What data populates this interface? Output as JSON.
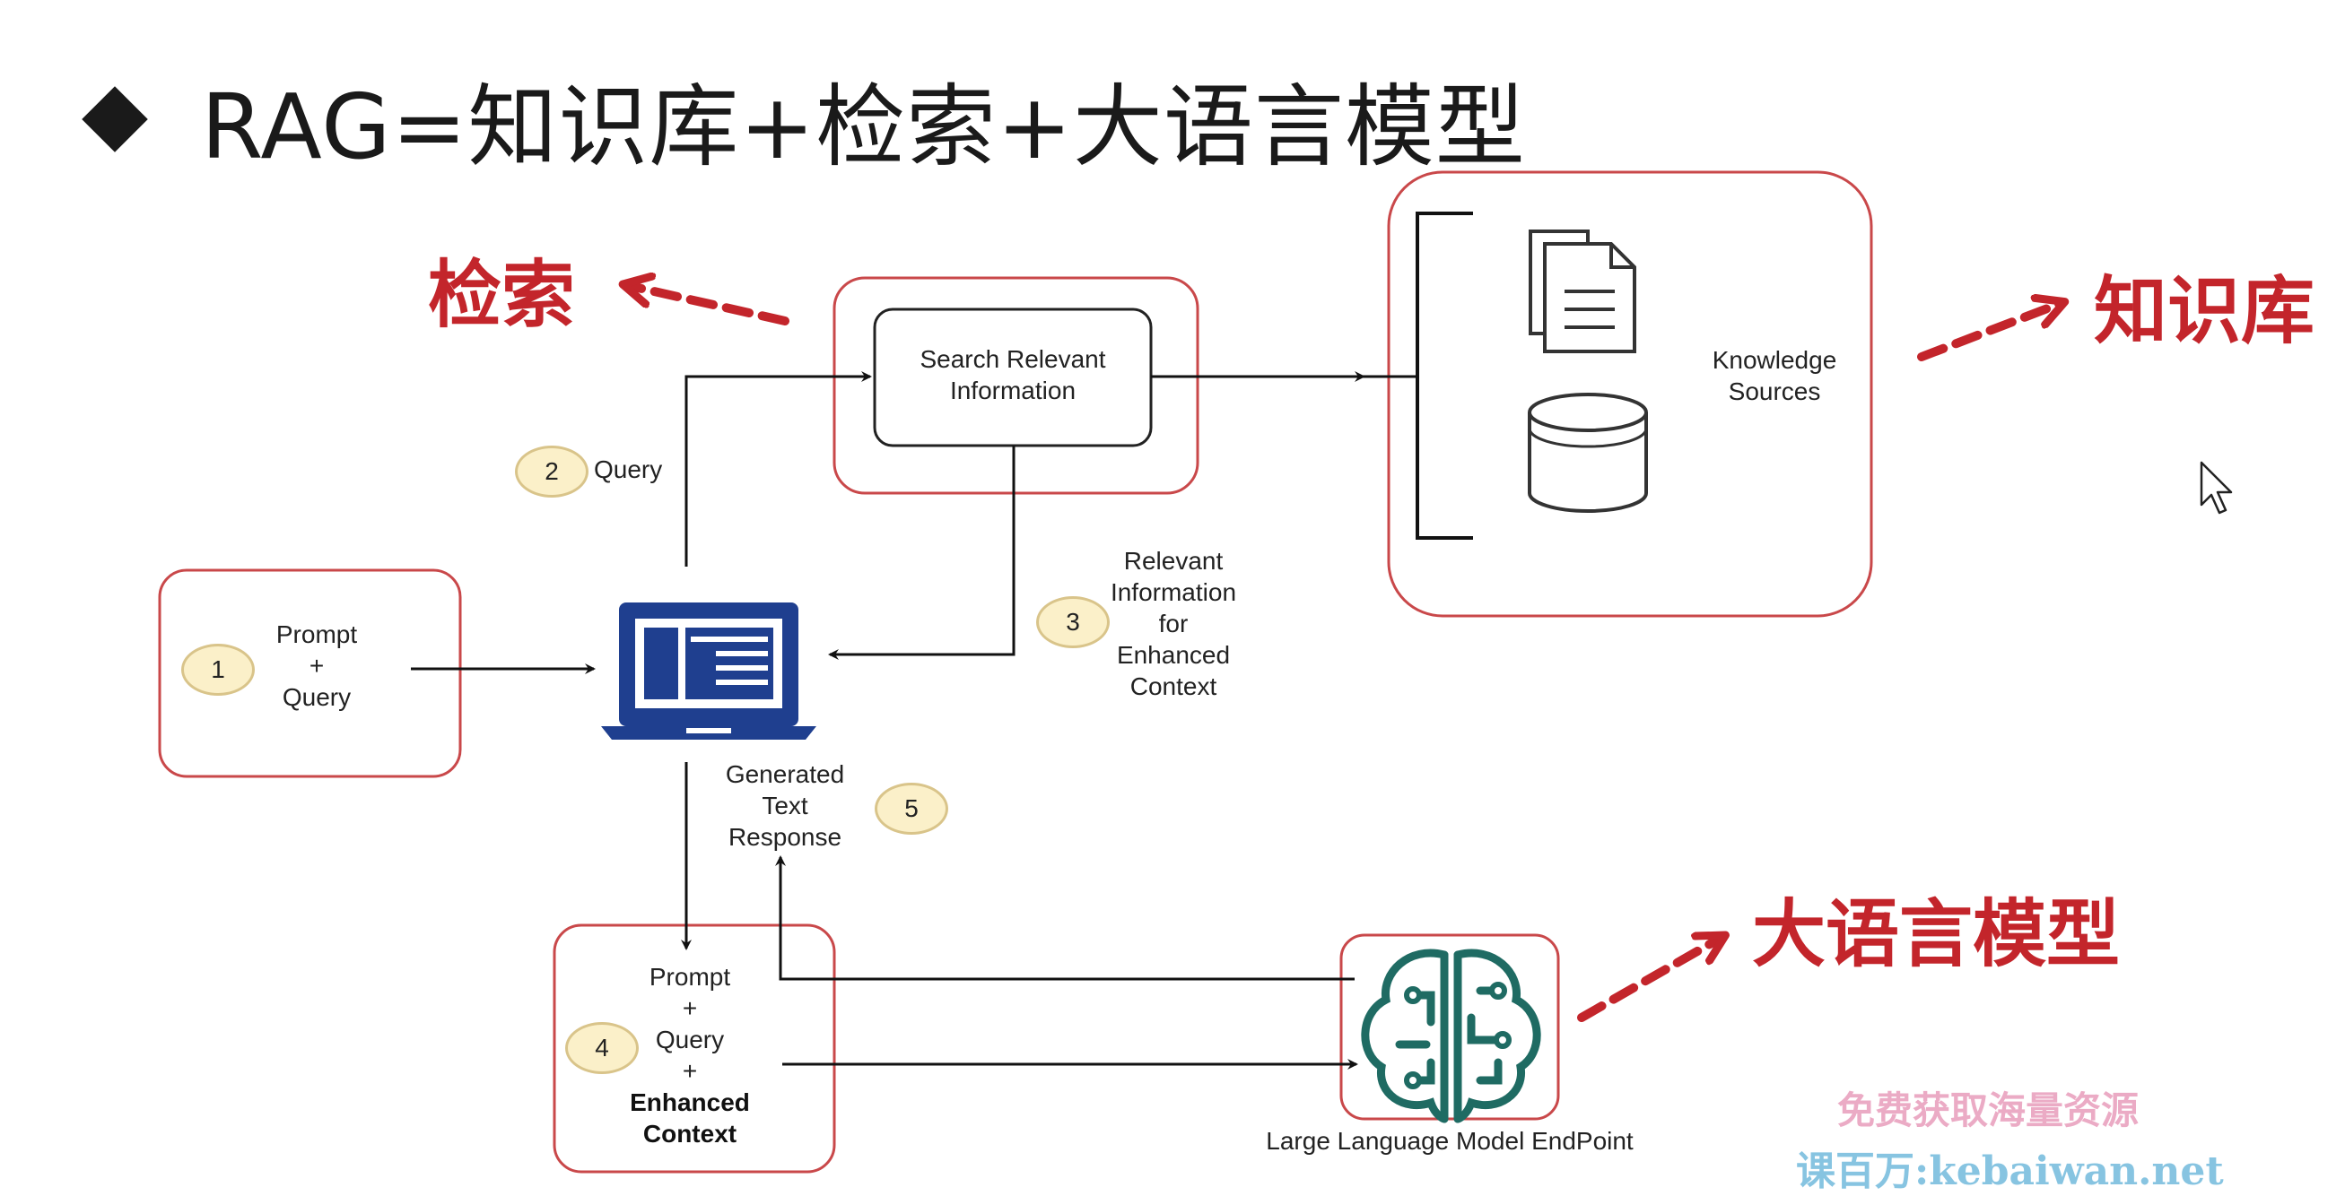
{
  "title": "RAG=知识库+检索+大语言模型",
  "annotations": {
    "retrieval": "检索",
    "knowledge_base": "知识库",
    "llm": "大语言模型"
  },
  "nodes": {
    "search": {
      "line1": "Search Relevant",
      "line2": "Information"
    },
    "knowledge": {
      "line1": "Knowledge",
      "line2": "Sources"
    },
    "prompt_query": {
      "line1": "Prompt",
      "line2": "+",
      "line3": "Query"
    },
    "enhanced": {
      "line1": "Prompt",
      "line2": "+",
      "line3": "Query",
      "line4": "+",
      "line5": "Enhanced",
      "line6": "Context"
    },
    "llm_endpoint": "Large Language Model EndPoint"
  },
  "steps": {
    "s1": "1",
    "s2": {
      "num": "2",
      "label": "Query"
    },
    "s3": {
      "num": "3",
      "line1": "Relevant",
      "line2": "Information",
      "line3": "for",
      "line4": "Enhanced",
      "line5": "Context"
    },
    "s4": "4",
    "s5": {
      "num": "5",
      "line1": "Generated",
      "line2": "Text",
      "line3": "Response"
    }
  },
  "icons": {
    "laptop": "laptop-icon",
    "documents": "documents-icon",
    "database": "database-icon",
    "brain": "brain-circuit-icon",
    "cursor": "mouse-cursor-icon"
  },
  "watermark": {
    "line1": "免费获取海量资源",
    "line2": "课百万:kebaiwan.net"
  },
  "colors": {
    "highlight_red": "#c3252b",
    "laptop_blue": "#1f3f8f",
    "brain_teal": "#1f6b63",
    "step_fill": "#fbf0c9"
  }
}
